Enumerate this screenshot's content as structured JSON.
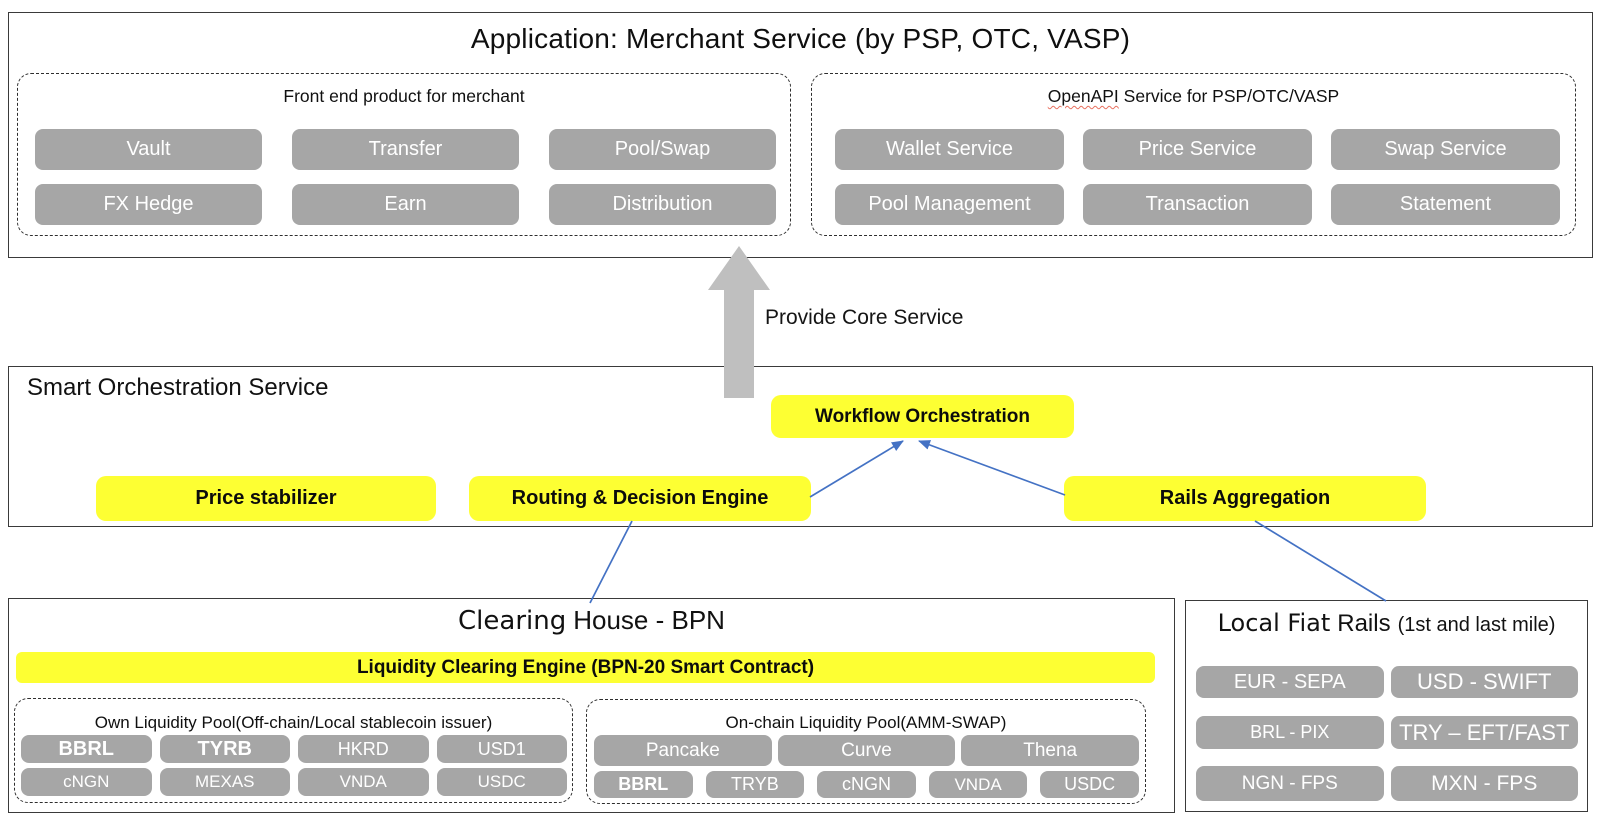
{
  "colors": {
    "highlight_yellow": "#FDFF33",
    "chip_gray": "#A6A6A6",
    "block_arrow_gray": "#BFBFBF",
    "connector_blue": "#4472C4",
    "spellcheck_red": "#E8705F"
  },
  "application": {
    "title": "Application: Merchant Service (by PSP, OTC, VASP)",
    "frontend": {
      "title": "Front end product for merchant",
      "items": [
        "Vault",
        "Transfer",
        "Pool/Swap",
        "FX Hedge",
        "Earn",
        "Distribution"
      ]
    },
    "openapi": {
      "title_word": "OpenAPI",
      "title_rest": " Service for PSP/OTC/VASP",
      "items": [
        "Wallet Service",
        "Price Service",
        "Swap Service",
        "Pool Management",
        "Transaction",
        "Statement"
      ]
    }
  },
  "core_arrow_label": "Provide Core Service",
  "orchestration": {
    "title": "Smart Orchestration Service",
    "workflow": "Workflow Orchestration",
    "engines": [
      "Price stabilizer",
      "Routing & Decision Engine",
      "Rails Aggregation"
    ]
  },
  "clearing": {
    "title_strong": "Clearing",
    "title_rest": "House - BPN",
    "engine_bar": "Liquidity Clearing Engine (BPN-20 Smart Contract)",
    "own_pool": {
      "title": "Own Liquidity Pool(Off-chain/Local stablecoin issuer)",
      "row1": [
        "BBRL",
        "TYRB",
        "HKRD",
        "USD1"
      ],
      "row2": [
        "cNGN",
        "MEXAS",
        "VNDA",
        "USDC"
      ]
    },
    "onchain_pool": {
      "title": "On-chain Liquidity Pool(AMM-SWAP)",
      "row1": [
        "Pancake",
        "Curve",
        "Thena"
      ],
      "row2": [
        "BBRL",
        "TRYB",
        "cNGN",
        "VNDA",
        "USDC"
      ]
    }
  },
  "fiat_rails": {
    "title_strong": "Local Fiat",
    "title_regular": "Rails",
    "title_small": "(1st and last mile)",
    "items": [
      "EUR - SEPA",
      "USD - SWIFT",
      "BRL - PIX",
      "TRY – EFT/FAST",
      "NGN - FPS",
      "MXN - FPS"
    ]
  }
}
